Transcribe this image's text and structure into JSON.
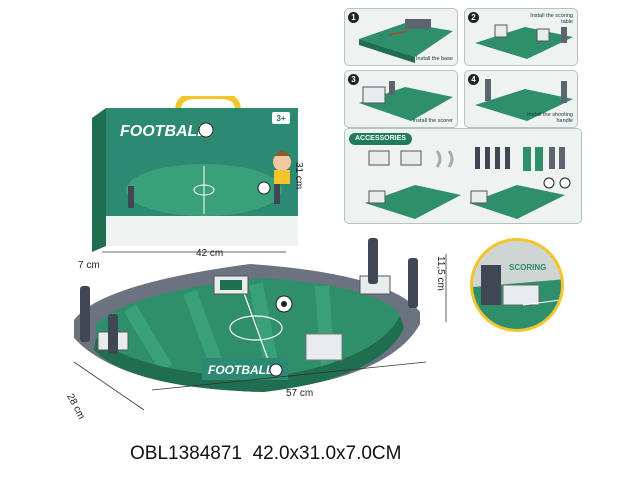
{
  "product": {
    "code": "OBL1384871",
    "size": "42.0x31.0x7.0CM",
    "brand": "FOOTBALL"
  },
  "box": {
    "width": "42 cm",
    "height": "31 cm",
    "depth": "7 cm",
    "age_badge": "3+"
  },
  "game": {
    "length": "57 cm",
    "depth": "28 cm",
    "height": "11,5 cm"
  },
  "steps": [
    {
      "num": "1",
      "caption": "Install the base"
    },
    {
      "num": "2",
      "caption": "Install the scoring table"
    },
    {
      "num": "3",
      "caption": "Install the scorer"
    },
    {
      "num": "4",
      "caption": "Install the shooting handle"
    }
  ],
  "accessories_title": "ACCESSORIES",
  "zoom_label": "SCORING",
  "colors": {
    "field_green": "#2f8f6a",
    "field_dark": "#1f6e50",
    "box_teal": "#2d8a72",
    "frame_grey": "#5c6470",
    "accent_yellow": "#f3c52a"
  }
}
